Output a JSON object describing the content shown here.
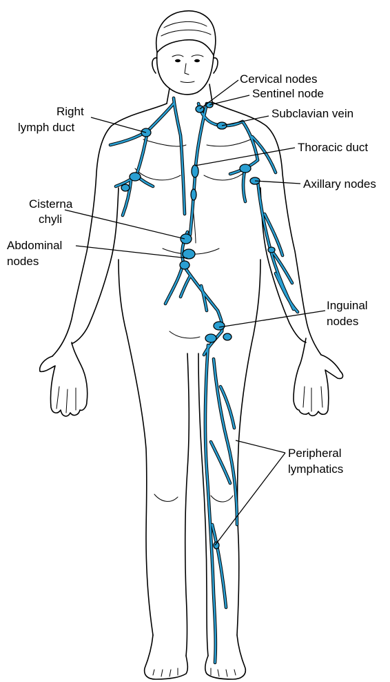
{
  "colors": {
    "lymph": "#2a9fd2",
    "outline": "#000000",
    "background": "#ffffff"
  },
  "labels": {
    "cervical_nodes": "Cervical nodes",
    "sentinel_node": "Sentinel node",
    "subclavian_vein": "Subclavian vein",
    "right_lymph_duct_line1": "Right",
    "right_lymph_duct_line2": "lymph duct",
    "thoracic_duct": "Thoracic duct",
    "axillary_nodes": "Axillary nodes",
    "cisterna_chyli_line1": "Cisterna",
    "cisterna_chyli_line2": "chyli",
    "abdominal_nodes_line1": "Abdominal",
    "abdominal_nodes_line2": "nodes",
    "inguinal_nodes_line1": "Inguinal",
    "inguinal_nodes_line2": "nodes",
    "peripheral_lymphatics_line1": "Peripheral",
    "peripheral_lymphatics_line2": "lymphatics"
  }
}
